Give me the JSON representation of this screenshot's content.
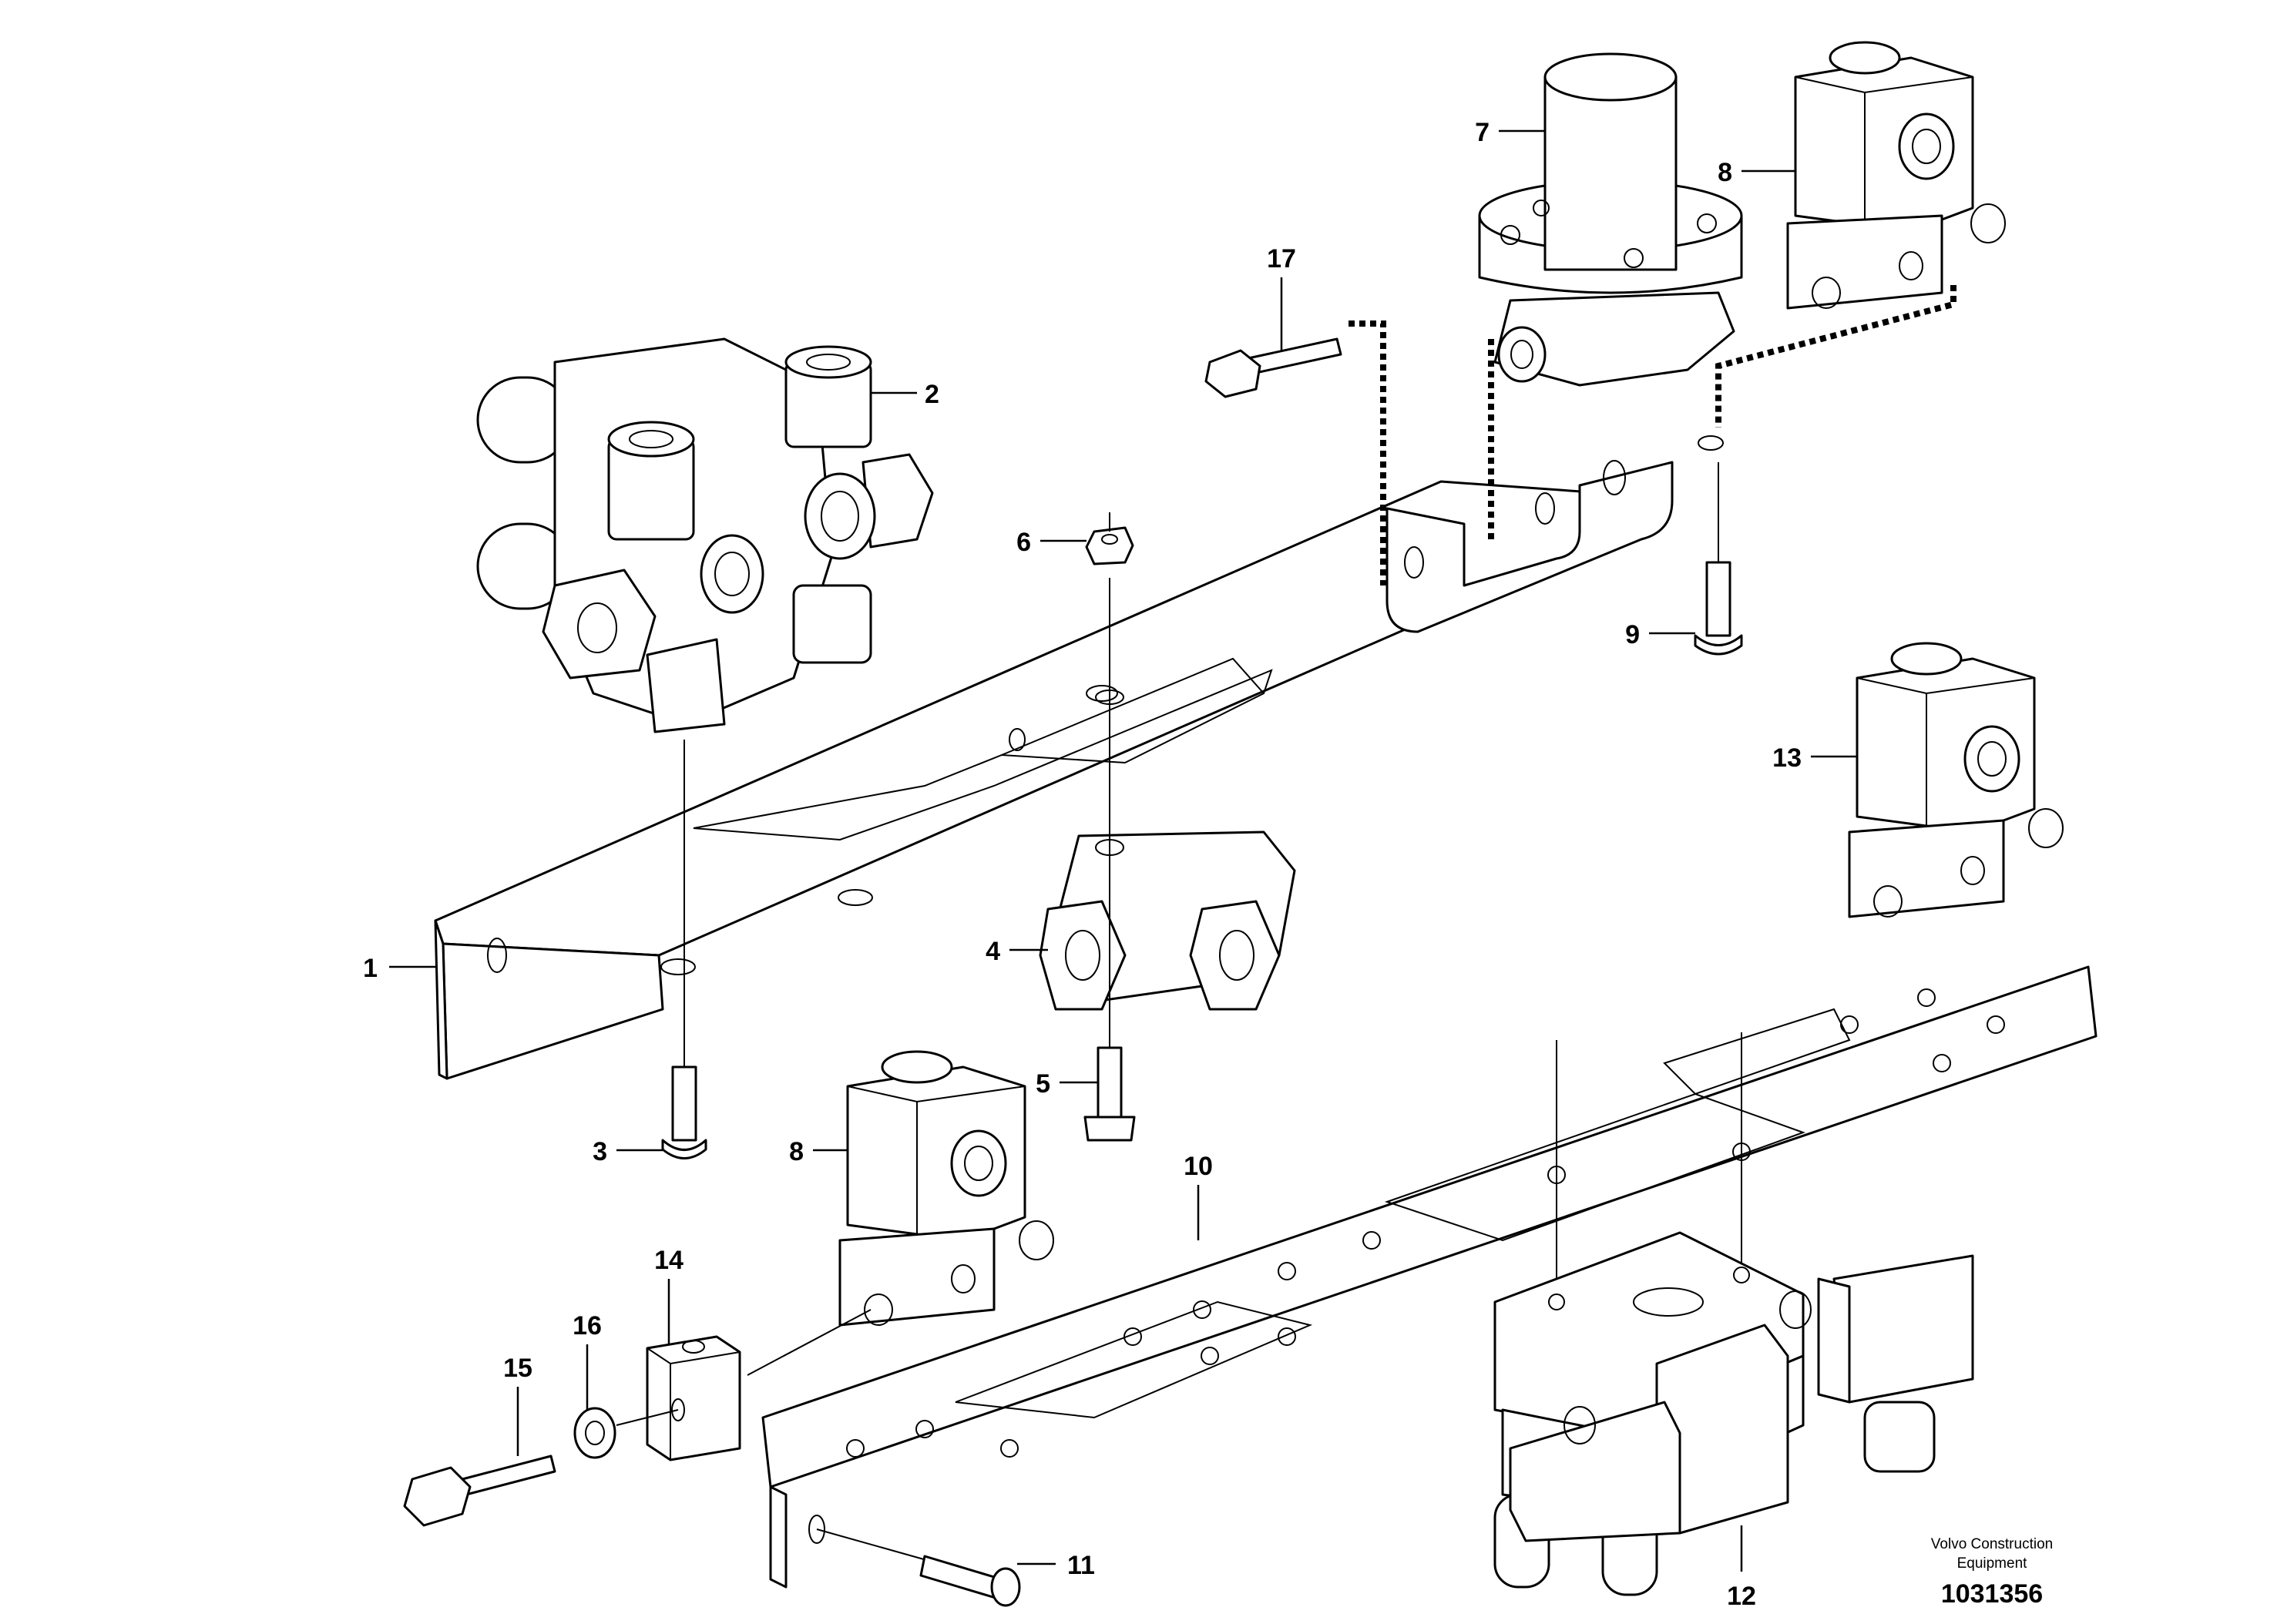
{
  "callouts": [
    {
      "label": "1"
    },
    {
      "label": "2"
    },
    {
      "label": "3"
    },
    {
      "label": "4"
    },
    {
      "label": "5"
    },
    {
      "label": "6"
    },
    {
      "label": "7"
    },
    {
      "label": "8"
    },
    {
      "label": "8"
    },
    {
      "label": "9"
    },
    {
      "label": "10"
    },
    {
      "label": "11"
    },
    {
      "label": "12"
    },
    {
      "label": "13"
    },
    {
      "label": "14"
    },
    {
      "label": "15"
    },
    {
      "label": "16"
    },
    {
      "label": "17"
    }
  ],
  "footer": {
    "brand_line1": "Volvo Construction",
    "brand_line2": "Equipment",
    "document_number": "1031356"
  }
}
